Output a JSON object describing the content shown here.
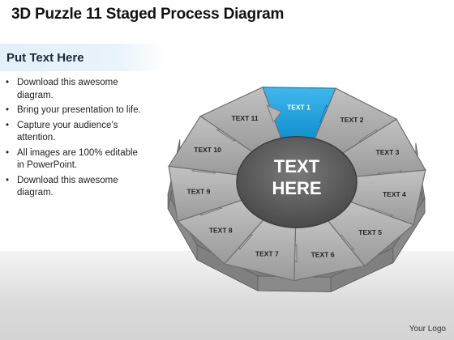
{
  "header": {
    "title": "3D Puzzle 11 Staged Process Diagram"
  },
  "sidebar": {
    "heading": "Put Text Here",
    "bullets": [
      "Download this awesome diagram.",
      "Bring your presentation to life.",
      "Capture your audience’s attention.",
      "All images are 100% editable in PowerPoint.",
      "Download this awesome diagram."
    ]
  },
  "diagram": {
    "center_line1": "TEXT",
    "center_line2": "HERE",
    "stages": [
      {
        "label": "TEXT 1",
        "highlighted": true
      },
      {
        "label": "TEXT 2",
        "highlighted": false
      },
      {
        "label": "TEXT 3",
        "highlighted": false
      },
      {
        "label": "TEXT 4",
        "highlighted": false
      },
      {
        "label": "TEXT 5",
        "highlighted": false
      },
      {
        "label": "TEXT 6",
        "highlighted": false
      },
      {
        "label": "TEXT 7",
        "highlighted": false
      },
      {
        "label": "TEXT 8",
        "highlighted": false
      },
      {
        "label": "TEXT 9",
        "highlighted": false
      },
      {
        "label": "TEXT 10",
        "highlighted": false
      },
      {
        "label": "TEXT 11",
        "highlighted": false
      }
    ],
    "colors": {
      "piece": "#a9a9a9",
      "piece_edge": "#6f6f6f",
      "highlight": "#1aa0dc",
      "hub": "#5a5a5a",
      "side": "#7d7d7d"
    }
  },
  "footer": {
    "logo": "Your Logo"
  }
}
